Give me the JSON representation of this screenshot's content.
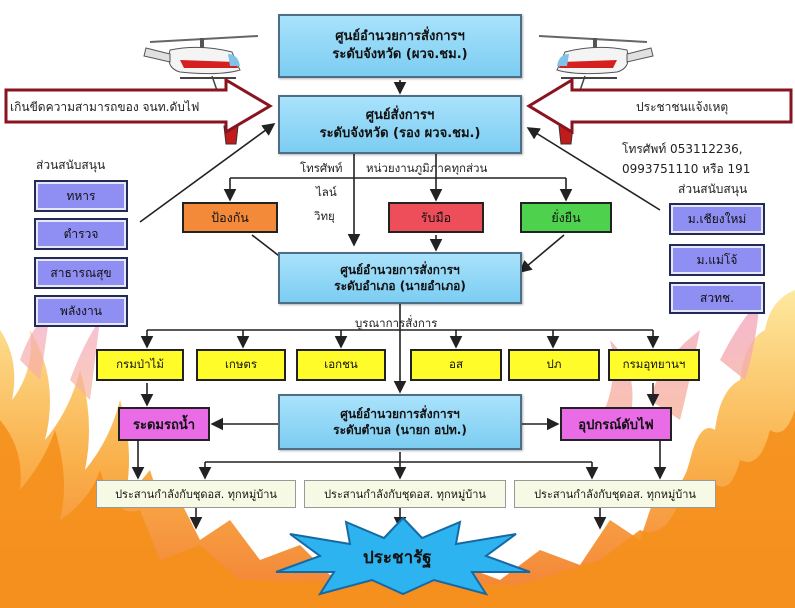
{
  "command": {
    "provincial_director": {
      "line1": "ศูนย์อำนวยการสั่งการฯ",
      "line2": "ระดับจังหวัด (ผวจ.ชม.)"
    },
    "provincial_command": {
      "line1": "ศูนย์สั่งการฯ",
      "line2": "ระดับจังหวัด (รอง ผวจ.ชม.)"
    },
    "district": {
      "line1": "ศูนย์อำนวยการสั่งการฯ",
      "line2": "ระดับอำเภอ (นายอำเภอ)"
    },
    "subdistrict": {
      "line1": "ศูนย์อำนวยการสั่งการฯ",
      "line2": "ระดับตำบล (นายก อปท.)"
    }
  },
  "left_arrow_text": "เกินขีดความสามารถของ จนท.ดับไฟ",
  "right_arrow_text": "ประชาชนแจ้งเหตุ",
  "phone_line1": "โทรศัพท์ 053112236,",
  "phone_line2": "0993751110 หรือ 191",
  "support_left_title": "ส่วนสนับสนุน",
  "support_left": [
    "ทหาร",
    "ตำรวจ",
    "สาธารณสุข",
    "พลังงาน"
  ],
  "support_right_title": "ส่วนสนับสนุน",
  "support_right": [
    "ม.เชียงใหม่",
    "ม.แม่โจ้",
    "สวทช."
  ],
  "comm_labels": [
    "โทรศัพท์",
    "ไลน์",
    "วิทยุ"
  ],
  "regional_label": "หน่วยงานภูมิภาคทุกส่วน",
  "phases": {
    "prevent": "ป้องกัน",
    "respond": "รับมือ",
    "sustain": "ยั่งยืน"
  },
  "phase_colors": {
    "prevent": "#f38a3a",
    "respond": "#ee4d5a",
    "sustain": "#4ed24e"
  },
  "integrated_label": "บูรณาการสั่งการ",
  "agencies": [
    "กรมป่าไม้",
    "เกษตร",
    "เอกชน",
    "อส",
    "ปภ",
    "กรมอุทยานฯ"
  ],
  "resources": {
    "water": "ระดมรถน้ำ",
    "equipment": "อุปกรณ์ดับไฟ"
  },
  "coordination": [
    "ประสานกำลังกับชุดอส. ทุกหมู่บ้าน",
    "ประสานกำลังกับชุดอส. ทุกหมู่บ้าน",
    "ประสานกำลังกับชุดอส. ทุกหมู่บ้าน"
  ],
  "citizens": "ประชารัฐ",
  "icons": [
    "helicopter-icon",
    "helicopter-icon",
    "fire-background"
  ]
}
